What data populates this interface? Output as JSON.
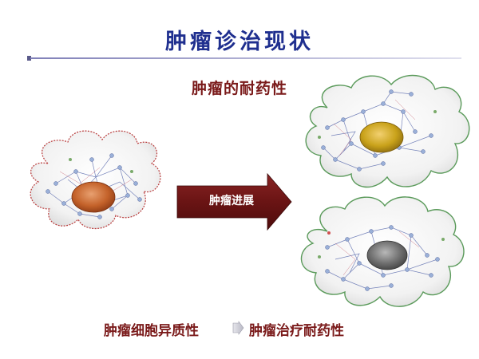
{
  "slide": {
    "title": "肿瘤诊治现状",
    "subtitle": "肿瘤的耐药性",
    "arrow_label": "肿瘤进展",
    "caption_left": "肿瘤细胞异质性",
    "caption_right": "肿瘤治疗耐药性"
  },
  "colors": {
    "title": "#1f2f8f",
    "subtitle": "#7a1a1a",
    "arrow": "#6a1414",
    "nucleus_orange": "#c4622a",
    "nucleus_yellow": "#c9a21a",
    "nucleus_gray": "#6e6e6e",
    "cell_border_red": "#b83a3a",
    "cell_border_green": "#5a9a5a"
  },
  "icons": [
    "cell-network-icon",
    "progression-arrow-icon",
    "small-arrow-icon"
  ]
}
